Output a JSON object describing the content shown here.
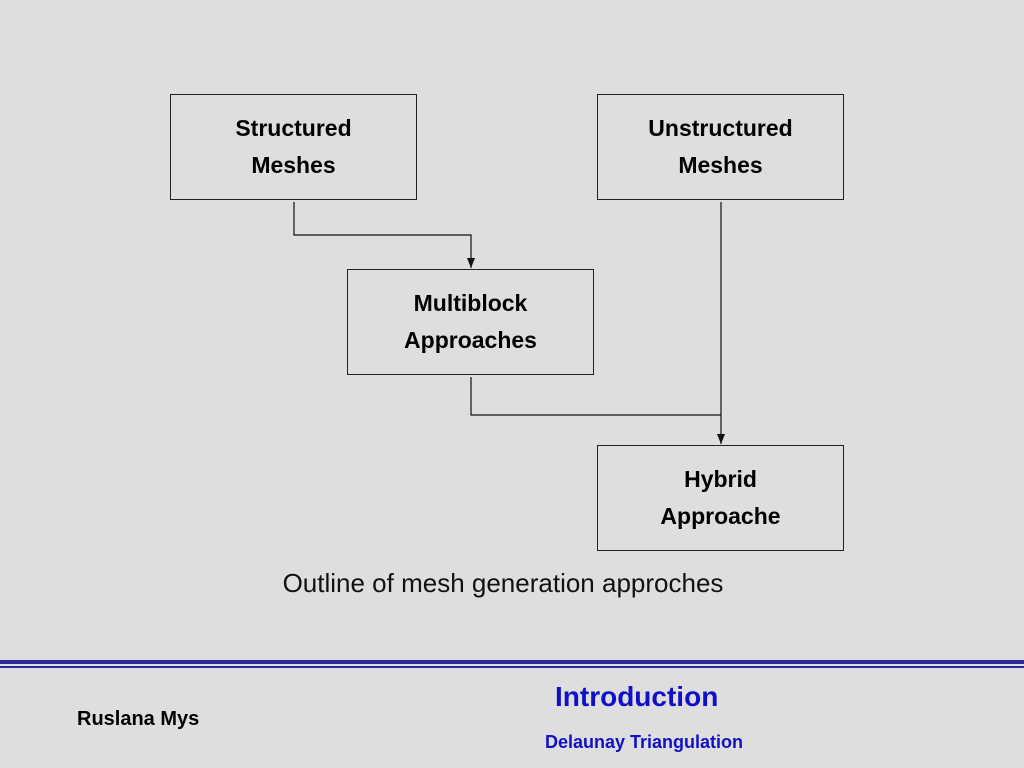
{
  "diagram": {
    "boxes": {
      "structured": [
        "Structured",
        "Meshes"
      ],
      "unstructured": [
        "Unstructured",
        "Meshes"
      ],
      "multiblock": [
        "Multiblock",
        "Approaches"
      ],
      "hybrid": [
        "Hybrid",
        "Approache"
      ]
    },
    "caption": "Outline of mesh generation approches",
    "connections": [
      {
        "from": "structured",
        "to": "multiblock"
      },
      {
        "from": "unstructured",
        "to": "hybrid"
      },
      {
        "from": "multiblock",
        "to": "hybrid"
      }
    ]
  },
  "footer": {
    "author": "Ruslana Mys",
    "title": "Introduction",
    "subtitle": "Delaunay Triangulation"
  },
  "colors": {
    "background": "#dedede",
    "accent": "#1010c8",
    "rule": "#2a2a9a"
  }
}
